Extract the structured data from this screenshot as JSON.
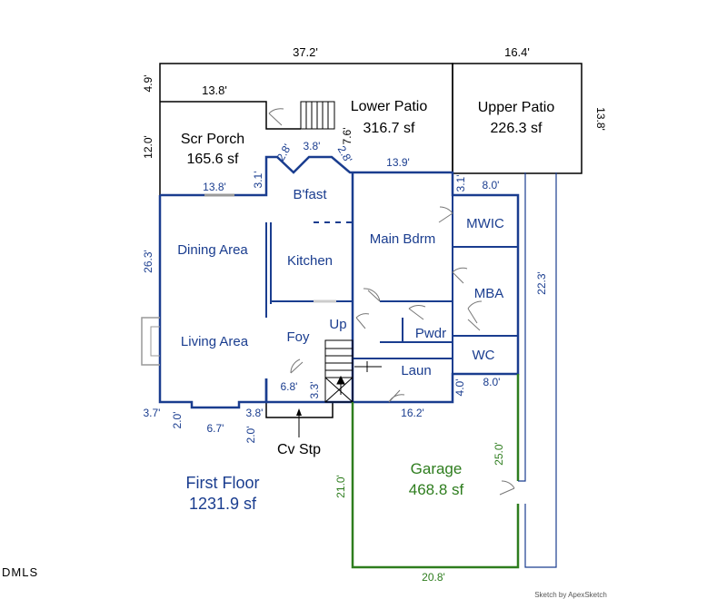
{
  "plan": {
    "dims_top": {
      "total": "37.2'",
      "upper_patio": "16.4'"
    },
    "dims_porch": {
      "left_top": "4.9'",
      "top_inner": "13.8'",
      "left": "12.0'",
      "bottom": "13.8'",
      "right_wall": "3.1'"
    },
    "dims_bay": {
      "a": "2.8'",
      "b": "3.8'",
      "c": "2.8'",
      "patio_left": "7.6'",
      "patio_bottom": "13.9'"
    },
    "dims_upper_patio": {
      "right": "13.8'"
    },
    "dims_right": {
      "top_step": "3.1'",
      "mwic_top": "8.0'",
      "main_height": "22.3'",
      "wc_bottom": "8.0'",
      "laun_right": "4.0'"
    },
    "dims_left": {
      "dining": "26.3'"
    },
    "dims_bottom": {
      "left_a": "3.7'",
      "bay_a": "2.0'",
      "bay_b": "6.7'",
      "bay_c": "3.8'",
      "bay_d": "2.0'",
      "foyer": "6.8'",
      "stoop": "3.3'",
      "laun_bottom": "16.2'"
    },
    "dims_garage": {
      "left": "21.0'",
      "right": "25.0'",
      "bottom": "20.8'"
    },
    "rooms": {
      "scr_porch": "Scr Porch",
      "scr_porch_sf": "165.6 sf",
      "lower_patio": "Lower Patio",
      "lower_patio_sf": "316.7 sf",
      "upper_patio": "Upper Patio",
      "upper_patio_sf": "226.3 sf",
      "bfast": "B'fast",
      "dining": "Dining Area",
      "kitchen": "Kitchen",
      "main_bdrm": "Main Bdrm",
      "mwic": "MWIC",
      "mba": "MBA",
      "living": "Living Area",
      "foy": "Foy",
      "up": "Up",
      "pwdr": "Pwdr",
      "wc": "WC",
      "laun": "Laun",
      "cv_stp": "Cv Stp",
      "garage": "Garage",
      "garage_sf": "468.8 sf"
    },
    "floor": {
      "name": "First Floor",
      "area": "1231.9 sf"
    }
  },
  "branding": {
    "mls": "DMLS",
    "credit": "Sketch by ApexSketch"
  },
  "colors": {
    "wall": "#1a3d8f",
    "garage": "#2e7d1e",
    "outline": "#000000"
  }
}
